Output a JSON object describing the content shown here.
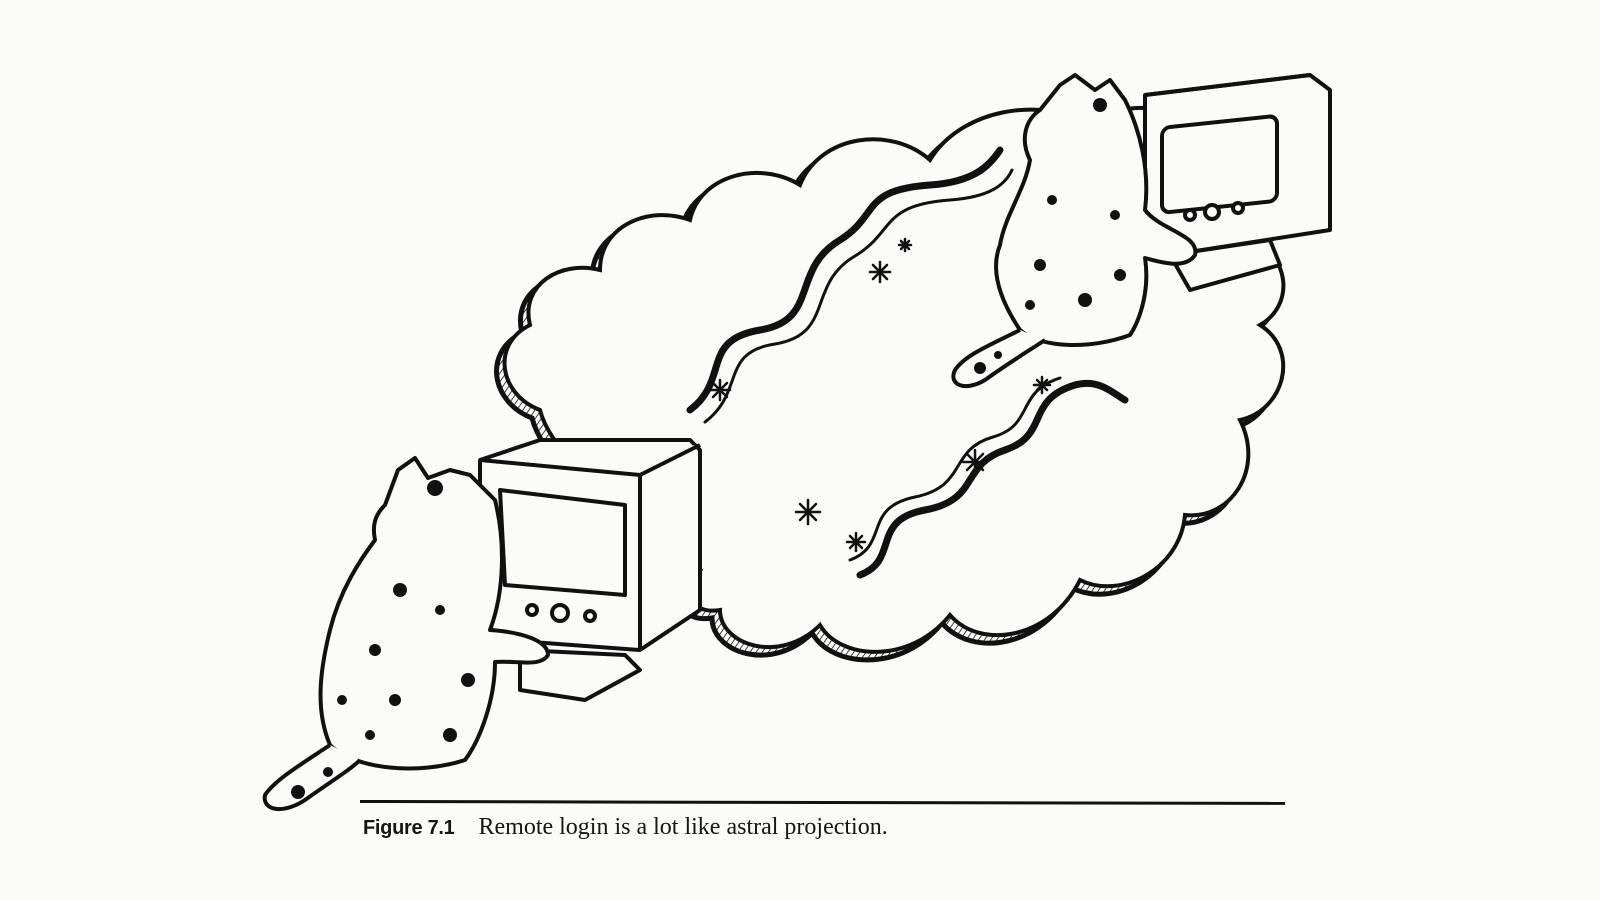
{
  "figure": {
    "label": "Figure 7.1",
    "caption": "Remote login is a lot like astral projection."
  },
  "illustration": {
    "depicts": [
      "cat",
      "computer-terminal",
      "cat",
      "computer-terminal",
      "thought-cloud",
      "sparkles"
    ],
    "ink_color": "#111111",
    "paper_color": "#fbfbfa"
  }
}
